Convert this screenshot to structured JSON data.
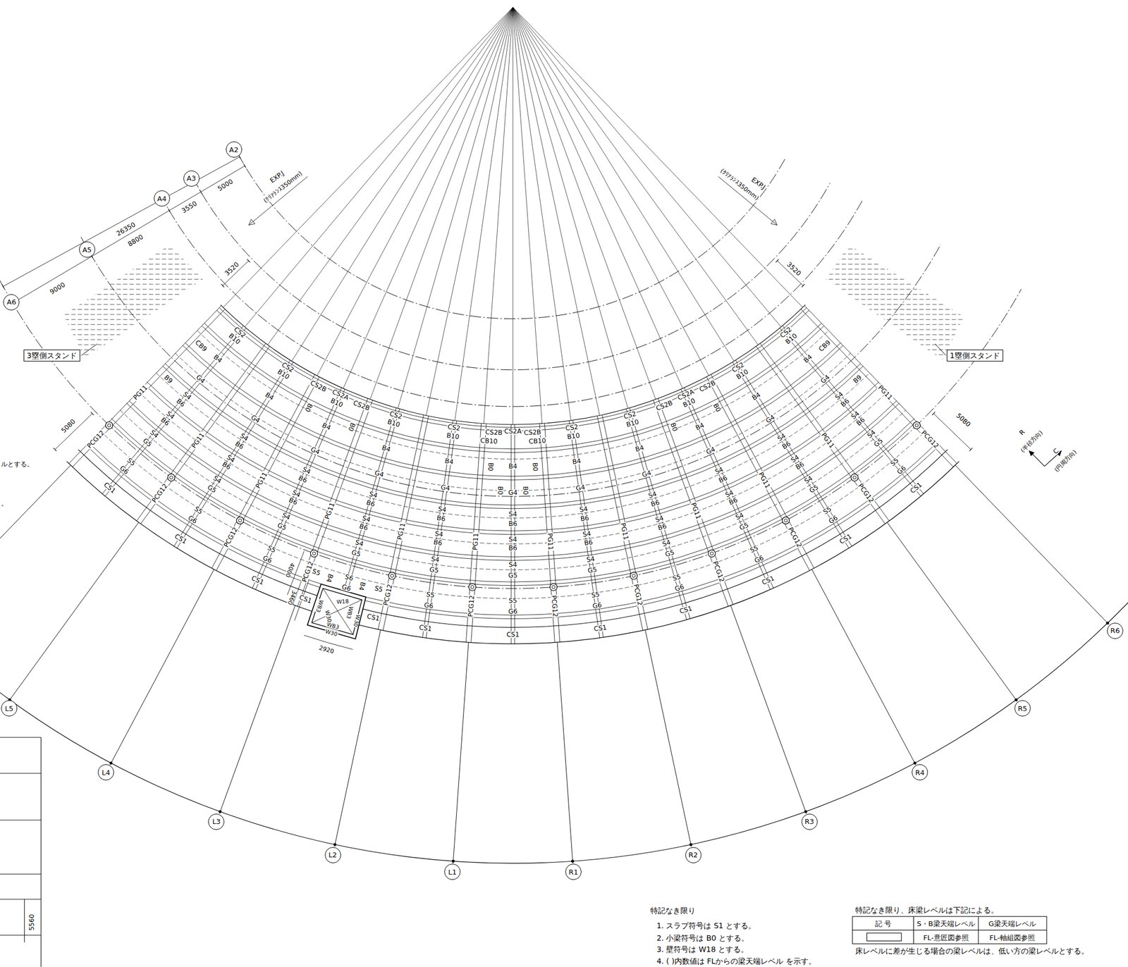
{
  "diagram": {
    "nodes": [
      {
        "text": [
          "3塁側スタンド"
        ]
      },
      {
        "text": [
          "1塁側スタンド"
        ]
      },
      {
        "text": [
          "A2"
        ]
      },
      {
        "text": [
          "A3"
        ]
      },
      {
        "text": [
          "A4"
        ]
      },
      {
        "text": [
          "A5"
        ]
      },
      {
        "text": [
          "A6"
        ]
      },
      {
        "text": [
          "L5"
        ]
      },
      {
        "text": [
          "L4"
        ]
      },
      {
        "text": [
          "L3"
        ]
      },
      {
        "text": [
          "L2"
        ]
      },
      {
        "text": [
          "L1"
        ]
      },
      {
        "text": [
          "R1"
        ]
      },
      {
        "text": [
          "R2"
        ]
      },
      {
        "text": [
          "R3"
        ]
      },
      {
        "text": [
          "R4"
        ]
      },
      {
        "text": [
          "R5"
        ]
      },
      {
        "text": [
          "R6"
        ]
      }
    ],
    "labels": [
      "CS2",
      "B10",
      "B4",
      "G4",
      "S4",
      "B6",
      "S4",
      "B6",
      "S4",
      "G5",
      "S5",
      "G6",
      "CS1",
      "CS2",
      "B10",
      "B4",
      "G4",
      "S4",
      "B6",
      "S4",
      "B6",
      "S4",
      "G5",
      "S5",
      "G6",
      "CS1",
      "CS2A",
      "B10",
      "B4",
      "G4",
      "S4",
      "B6",
      "S4",
      "B6",
      "S4",
      "G5",
      "S5",
      "G6",
      "CS1",
      "CS2",
      "B10",
      "B4",
      "G4",
      "S4",
      "B6",
      "S4",
      "B6",
      "S4",
      "G5",
      "S6",
      "G6",
      "CS1",
      "CS2",
      "B10",
      "B4",
      "G4",
      "S4",
      "B6",
      "S4",
      "B6",
      "S4",
      "G5",
      "S5",
      "G6",
      "CS1",
      "CS2A",
      "CB10",
      "B4",
      "G4",
      "S4",
      "B6",
      "S4",
      "B6",
      "S4",
      "G5",
      "S5",
      "G6",
      "CS1",
      "CS2",
      "B10",
      "B4",
      "G4",
      "S4",
      "B6",
      "S4",
      "B6",
      "S4",
      "G5",
      "S5",
      "G6",
      "CS1",
      "CS2",
      "B10",
      "B4",
      "G4",
      "S4",
      "B6",
      "S4",
      "B6",
      "S4",
      "G5",
      "S5",
      "G6",
      "CS1",
      "CS2A",
      "B10",
      "B4",
      "G4",
      "S4",
      "B6",
      "S4",
      "B6",
      "S4",
      "G5",
      "S5",
      "G6",
      "CS1",
      "CS2",
      "B10",
      "B4",
      "G4",
      "S4",
      "B6",
      "S4",
      "B6",
      "S4",
      "G5",
      "S5",
      "G6",
      "CS1",
      "CS2",
      "B10",
      "B4",
      "G4",
      "S4",
      "B6",
      "S4",
      "B6",
      "S4",
      "G5",
      "S5",
      "G6",
      "CS1",
      "PG11",
      "PCG12",
      "PG11",
      "PCG12",
      "PG11",
      "PCG12",
      "PG11",
      "PCG12",
      "PG11",
      "PCG12",
      "PG11",
      "PCG12",
      "PG11",
      "PCG12",
      "PG11",
      "PCG12",
      "PG11",
      "PCG12",
      "PG11",
      "PCG12",
      "PG11",
      "PCG12",
      "PG11",
      "PCG12",
      "CS2B",
      "CS2B",
      "CB10",
      "B0",
      "B0",
      "B0",
      "B0",
      "CS2B",
      "CS2B",
      "CS2B",
      "CS2B",
      "B0",
      "B0",
      "B0",
      "B0",
      "CB9",
      "B9",
      "CB9",
      "B9",
      "S5",
      "B4",
      "B4",
      "S5",
      "CS1",
      "W18",
      "WB3",
      "W30",
      "WB3",
      "W30",
      "WB3",
      "W30",
      "3460",
      "2920",
      "4000",
      "5000",
      "3550",
      "26350",
      "8800",
      "9000",
      "3520",
      "3520",
      "5080",
      "5080",
      "EXP.J",
      "(ｸﾘｱﾗﾝｽ350mm)",
      "EXP.J",
      "(ｸﾘｱﾗﾝｽ350mm)",
      "R",
      "(半径方向)",
      "C",
      "(円周方向)",
      "ルとする。",
      "。",
      "5560",
      "特記なき限り",
      "1. スラブ符号は S1 とする。",
      "2. 小梁符号は B0 とする。",
      "3. 壁符号は W18 とする。",
      "4. ( )内数値は FLからの梁天端レベル を示す。",
      "特記なき限り、床梁レベルは下記による。",
      "記 号",
      "S・B梁天端レベル",
      "G梁天端レベル",
      "FL-意匠図参照",
      "FL-軸組図参照",
      "床レベルに差が生じる場合の梁レベルは、低い方の梁レベルとする。"
    ]
  }
}
